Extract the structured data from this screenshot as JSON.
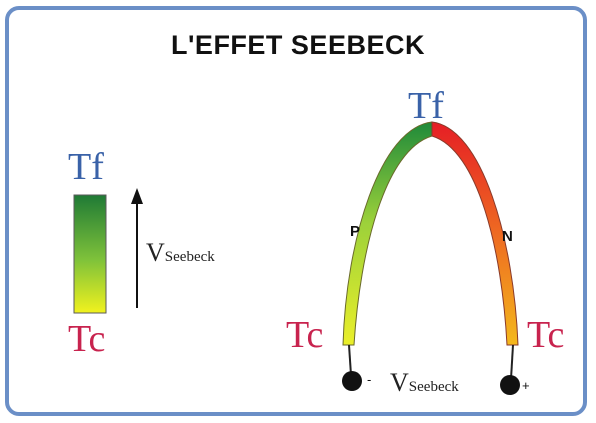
{
  "title": "L'EFFET SEEBECK",
  "left_scale": {
    "top_label": "Tf",
    "bottom_label": "Tc",
    "arrow_label_main": "V",
    "arrow_label_sub": "Seebeck"
  },
  "thermocouple": {
    "top_label": "Tf",
    "left_bottom_label": "Tc",
    "right_bottom_label": "Tc",
    "left_leg_label": "P",
    "right_leg_label": "N",
    "left_terminal_sign": "-",
    "right_terminal_sign": "+",
    "voltage_label_main": "V",
    "voltage_label_sub": "Seebeck"
  },
  "colors": {
    "frame": "#6b8fc7",
    "hot_text": "#c8234e",
    "cold_text": "#3a62a8",
    "p_leg_top": "#1f8a3a",
    "p_leg_bottom": "#e6ee2a",
    "n_leg_top": "#e51e25",
    "n_leg_bottom": "#f2b21c"
  }
}
